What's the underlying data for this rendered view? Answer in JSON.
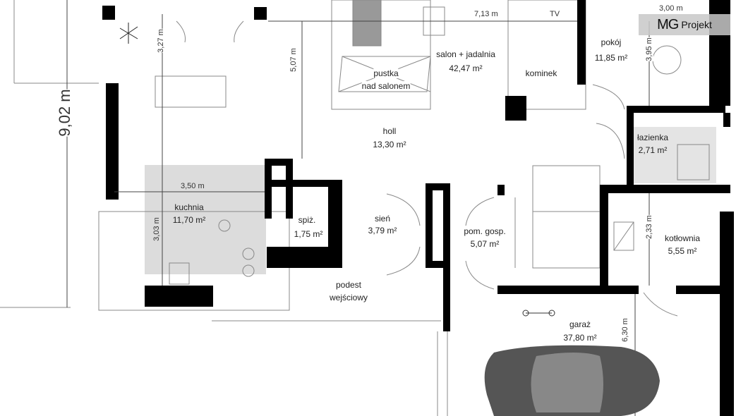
{
  "brand": {
    "logo_mg": "MG",
    "logo_text": "Projekt"
  },
  "rooms": {
    "salon": {
      "name": "salon + jadalnia",
      "area": "42,47 m²"
    },
    "pokoj": {
      "name": "pokój",
      "area": "11,85 m²"
    },
    "kominek": {
      "name": "kominek"
    },
    "pustka": {
      "name": "pustka",
      "sub": "nad salonem"
    },
    "holl": {
      "name": "holl",
      "area": "13,30 m²"
    },
    "lazienka": {
      "name": "łazienka",
      "area": "2,71 m²"
    },
    "kuchnia": {
      "name": "kuchnia",
      "area": "11,70 m²"
    },
    "spiz": {
      "name": "spiż.",
      "area": "1,75 m²"
    },
    "sien": {
      "name": "sień",
      "area": "3,79 m²"
    },
    "pom_gosp": {
      "name": "pom. gosp.",
      "area": "5,07 m²"
    },
    "kotlownia": {
      "name": "kotłownia",
      "area": "5,55 m²"
    },
    "podest": {
      "name": "podest",
      "sub": "wejściowy"
    },
    "garaz": {
      "name": "garaż",
      "area": "37,80 m²"
    }
  },
  "dimensions": {
    "d713": "7,13 m",
    "tv": "TV",
    "d300": "3,00 m",
    "d395": "3,95 m",
    "d327": "3,27 m",
    "d507": "5,07 m",
    "d902": "9,02 m",
    "d350": "3,50 m",
    "d303": "3,03 m",
    "d233": "2,33 m",
    "d630": "6,30 m"
  }
}
